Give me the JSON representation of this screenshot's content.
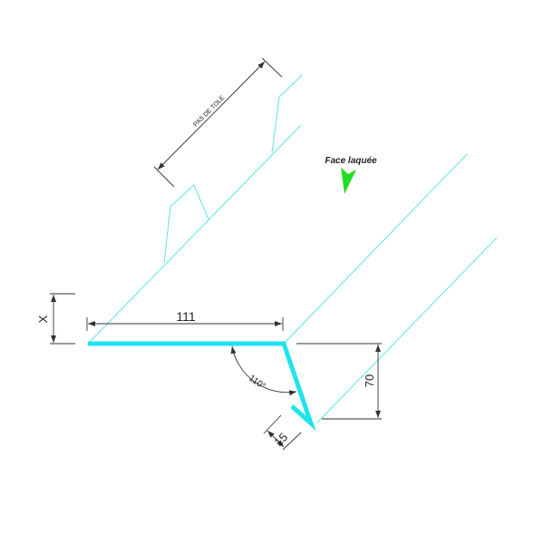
{
  "labels": {
    "pitch": "PAS DE TOLE",
    "face": "Face laquée",
    "x_dim": "X",
    "width_dim": "111",
    "height_dim": "70",
    "angle_dim": "110°",
    "hook_dim": "15"
  },
  "colors": {
    "profile": "#1fe3ee",
    "arrow": "#22dd22"
  }
}
